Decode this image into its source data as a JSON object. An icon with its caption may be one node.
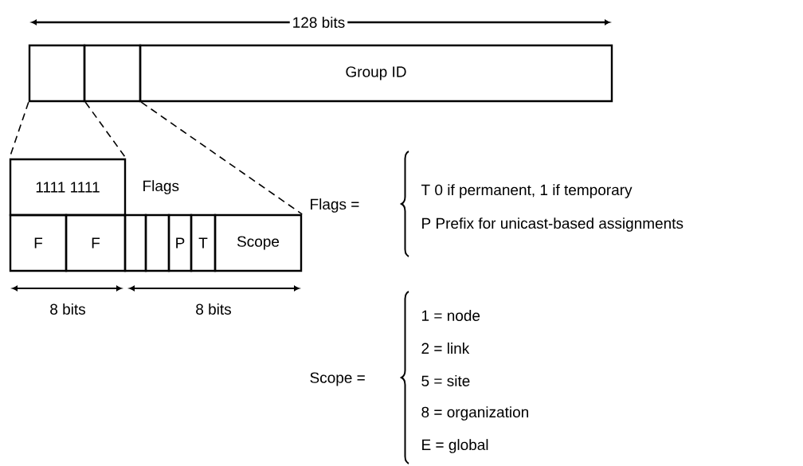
{
  "diagram": {
    "nodes": [
      {
        "text": [],
        "shape": "box"
      },
      {
        "text": [],
        "shape": "box"
      },
      {
        "text": [
          "Group ID"
        ]
      },
      {
        "text": [
          "1111 1111"
        ]
      },
      {
        "text": [
          "F"
        ]
      },
      {
        "text": [
          "F"
        ]
      },
      {
        "text": [],
        "shape": "box"
      },
      {
        "text": [],
        "shape": "box"
      },
      {
        "text": [
          "P"
        ]
      },
      {
        "text": [
          "T"
        ]
      },
      {
        "text": [
          "Scope"
        ]
      }
    ],
    "edges": [
      {
        "from": 0,
        "to": 3,
        "arrow": "none",
        "style": "dashed"
      },
      {
        "from": 0,
        "to": 3,
        "arrow": "none",
        "style": "dashed"
      },
      {
        "from": 1,
        "to": 10,
        "arrow": "none",
        "style": "dashed"
      }
    ],
    "labels": [
      "128 bits",
      "Flags",
      "8 bits",
      "8 bits",
      "Flags =",
      "T 0 if permanent, 1 if temporary",
      "P Prefix for unicast-based assignments",
      "Scope =",
      "1 = node",
      "2 = link",
      "5 = site",
      "8 = organization",
      "E = global"
    ]
  }
}
